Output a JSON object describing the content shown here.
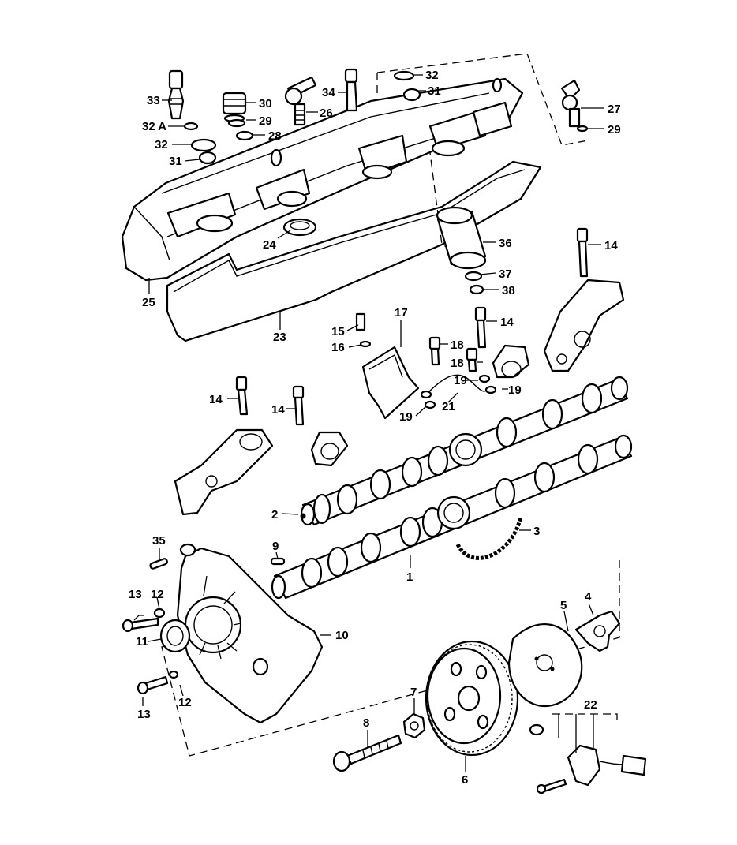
{
  "callouts": {
    "c1": "1",
    "c2": "2",
    "c3": "3",
    "c4": "4",
    "c5": "5",
    "c6": "6",
    "c7": "7",
    "c8": "8",
    "c9": "9",
    "c10": "10",
    "c11": "11",
    "c12a": "12",
    "c12b": "12",
    "c13a": "13",
    "c13b": "13",
    "c14a": "14",
    "c14b": "14",
    "c14c": "14",
    "c14d": "14",
    "c15": "15",
    "c16": "16",
    "c17": "17",
    "c18a": "18",
    "c18b": "18",
    "c19a": "19",
    "c19b": "19",
    "c19c": "19",
    "c21": "21",
    "c22": "22",
    "c23": "23",
    "c24": "24",
    "c25": "25",
    "c26": "26",
    "c27": "27",
    "c28": "28",
    "c29a": "29",
    "c29b": "29",
    "c30": "30",
    "c31a": "31",
    "c31b": "31",
    "c32a": "32",
    "c32b": "32",
    "c32A": "32 A",
    "c33": "33",
    "c34": "34",
    "c35": "35",
    "c36": "36",
    "c37": "37",
    "c38": "38"
  }
}
